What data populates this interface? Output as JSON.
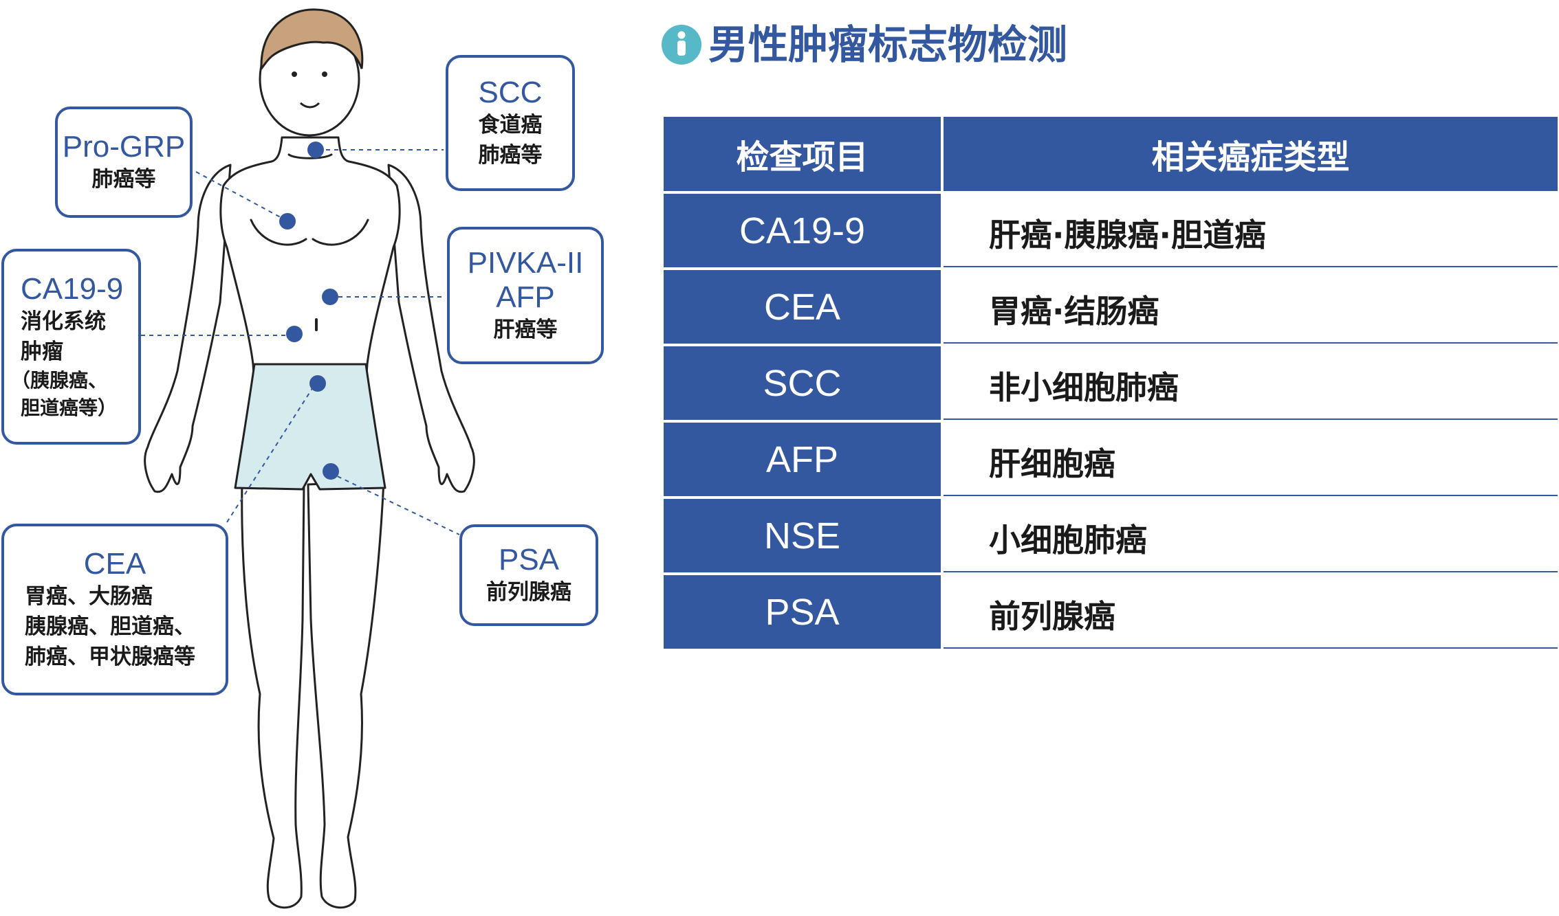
{
  "title": "男性肿瘤标志物检测",
  "colors": {
    "primary": "#3358a0",
    "icon_bg": "#57b9c8",
    "shorts": "#d6ebee",
    "skin": "#ffffff",
    "hair": "#c8a27c"
  },
  "icons": {
    "title_icon": "person-info-icon"
  },
  "callouts": {
    "pro_grp": {
      "title": "Pro-GRP",
      "lines": [
        "肺癌等"
      ]
    },
    "scc": {
      "title": "SCC",
      "lines": [
        "食道癌",
        "肺癌等"
      ]
    },
    "ca199": {
      "title": "CA19-9",
      "lines": [
        "消化系统",
        "肿瘤",
        "（胰腺癌、",
        "胆道癌等）"
      ]
    },
    "pivka": {
      "title": "PIVKA-II",
      "title2": "AFP",
      "lines": [
        "肝癌等"
      ]
    },
    "cea": {
      "title": "CEA",
      "lines": [
        "胃癌、大肠癌",
        "胰腺癌、胆道癌、",
        "肺癌、甲状腺癌等"
      ]
    },
    "psa": {
      "title": "PSA",
      "lines": [
        "前列腺癌"
      ]
    }
  },
  "table": {
    "headers": [
      "检查项目",
      "相关癌症类型"
    ],
    "rows": [
      {
        "marker": "CA19-9",
        "cancers": "肝癌·胰腺癌·胆道癌"
      },
      {
        "marker": "CEA",
        "cancers": "胃癌·结肠癌"
      },
      {
        "marker": "SCC",
        "cancers": "非小细胞肺癌"
      },
      {
        "marker": "AFP",
        "cancers": "肝细胞癌"
      },
      {
        "marker": "NSE",
        "cancers": "小细胞肺癌"
      },
      {
        "marker": "PSA",
        "cancers": "前列腺癌"
      }
    ]
  }
}
